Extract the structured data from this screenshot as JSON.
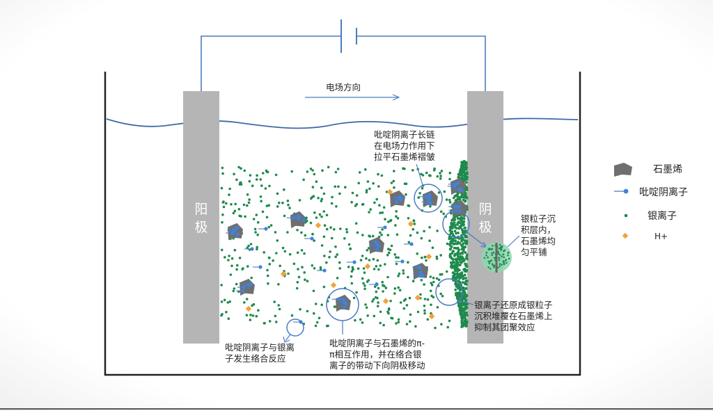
{
  "labels": {
    "field_direction": "电场方向",
    "anode": "阳\n极",
    "cathode": "阴\n极",
    "note_pull_flat": "吡啶阴离子长链\n在电场力作用下\n拉平石墨烯褶皱",
    "note_uniform": "银粒子沉\n积层内，\n石墨烯均\n匀平铺",
    "note_reduce": "银离子还原成银粒子\n沉积堆覆在石墨烯上\n抑制其团聚效应",
    "note_pi": "吡啶阴离子与石墨烯的π-\nπ相互作用，并在络合银\n离子的带动下向阴极移动",
    "note_complex": "吡啶阴离子与银离\n子发生络合反应"
  },
  "legend": [
    {
      "icon": "graphene-icon",
      "label": "石墨烯"
    },
    {
      "icon": "pyridine-anion-icon",
      "label": "吡啶阴离子"
    },
    {
      "icon": "silver-ion-icon",
      "label": "银离子"
    },
    {
      "icon": "proton-icon",
      "label": "H+"
    }
  ],
  "colors": {
    "wire": "#4a7cc0",
    "electrode": "#b5b5b5",
    "silver": "#1f8a4c",
    "anion": "#3f82e0",
    "proton": "#f2a23a",
    "graphene": "#6f6f6f",
    "water": "#3e68a8"
  }
}
